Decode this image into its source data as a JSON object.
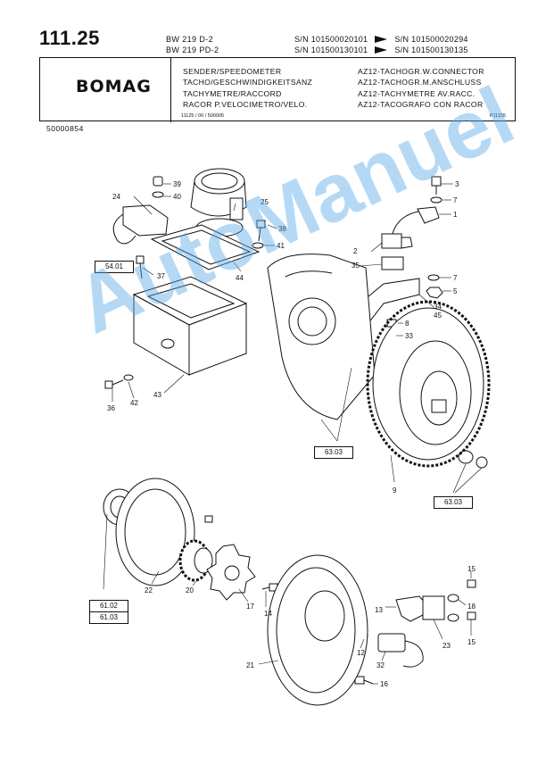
{
  "header": {
    "page_number": "111.25",
    "models": [
      "BW 219 D-2",
      "BW 219 PD-2"
    ],
    "serial_ranges": [
      {
        "from": "S/N 101500020101",
        "to": "S/N 101500020294"
      },
      {
        "from": "S/N 101500130101",
        "to": "S/N 101500130135"
      }
    ],
    "logo": "BOMAG",
    "titles_left": [
      "SENDER/SPEEDOMETER",
      "TACHO/GESCHWINDIGKEITSANZ",
      "TACHYMETRE/RACCORD",
      "RACOR P.VELOCIMETRO/VELO."
    ],
    "titles_right": [
      "AZ12-TACHOGR.W.CONNECTOR",
      "AZ12-TACHOGR.M.ANSCHLUSS",
      "AZ12-TACHYMETRE AV.RACC.",
      "AZ12-TACOGRAFO CON RACOR"
    ],
    "small_ref": "11125 / 00 / 500005",
    "small_code": "P11155",
    "doc_number": "50000854"
  },
  "ref_boxes": [
    "54.01",
    "63.03",
    "63.03",
    "61.02",
    "61.03"
  ],
  "callouts": [
    "39",
    "40",
    "25",
    "24",
    "38",
    "41",
    "37",
    "44",
    "3",
    "7",
    "1",
    "2",
    "35",
    "7",
    "5",
    "34",
    "45",
    "8",
    "33",
    "43",
    "36",
    "42",
    "9",
    "22",
    "20",
    "17",
    "14",
    "15",
    "13",
    "18",
    "23",
    "15",
    "21",
    "12",
    "32",
    "16"
  ],
  "watermark": "AutoManuel"
}
